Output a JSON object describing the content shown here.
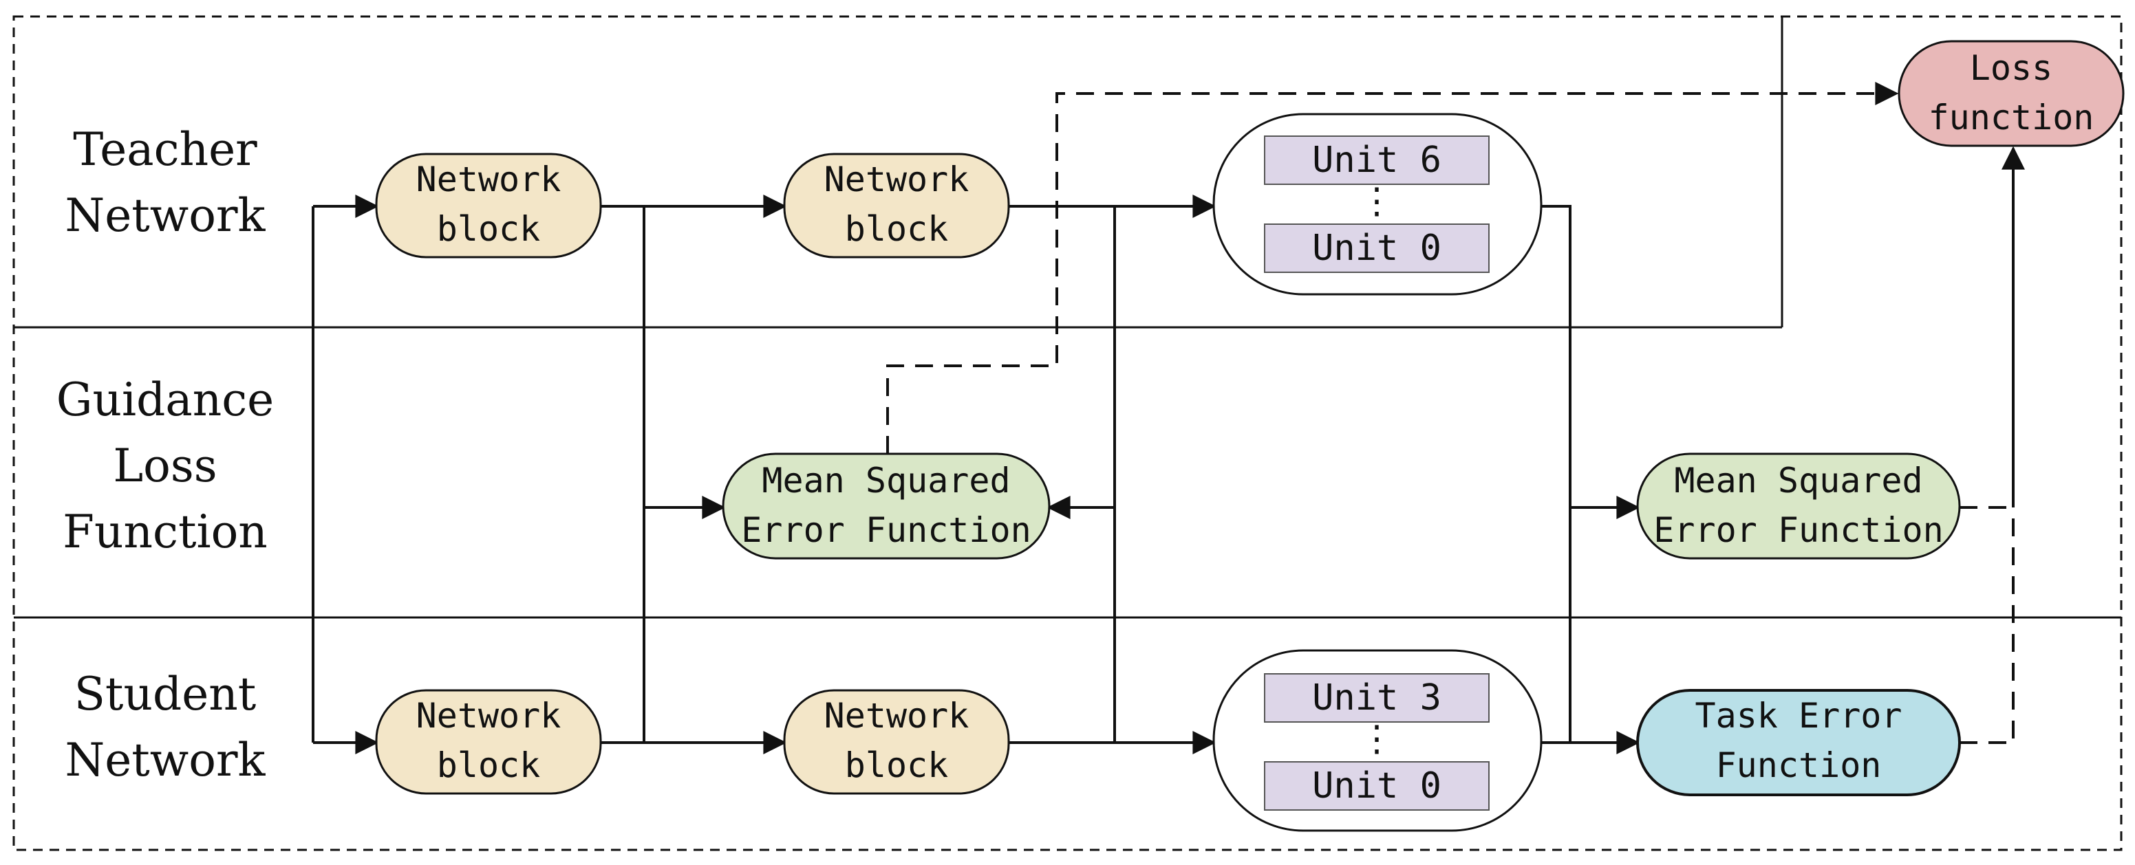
{
  "rows": {
    "teacher": [
      "Teacher",
      "Network"
    ],
    "guidance": [
      "Guidance",
      "Loss",
      "Function"
    ],
    "student": [
      "Student",
      "Network"
    ]
  },
  "nodes": {
    "teacher_block1": [
      "Network",
      "block"
    ],
    "teacher_block2": [
      "Network",
      "block"
    ],
    "student_block1": [
      "Network",
      "block"
    ],
    "student_block2": [
      "Network",
      "block"
    ],
    "mse_left": [
      "Mean Squared",
      "Error Function"
    ],
    "mse_right": [
      "Mean Squared",
      "Error Function"
    ],
    "task_error": [
      "Task Error",
      "Function"
    ],
    "loss_function": [
      "Loss",
      "function"
    ]
  },
  "teacher_units": {
    "top": "Unit 6",
    "ellipsis": "⋮",
    "bottom": "Unit 0"
  },
  "student_units": {
    "top": "Unit 3",
    "ellipsis": "⋮",
    "bottom": "Unit 0"
  },
  "colors": {
    "network_block": "#f3e6c8",
    "mse": "#d9e7c7",
    "task_error": "#b9e0e8",
    "loss": "#e8b8b8",
    "unit": "#ddd6e8",
    "stroke": "#111111"
  }
}
